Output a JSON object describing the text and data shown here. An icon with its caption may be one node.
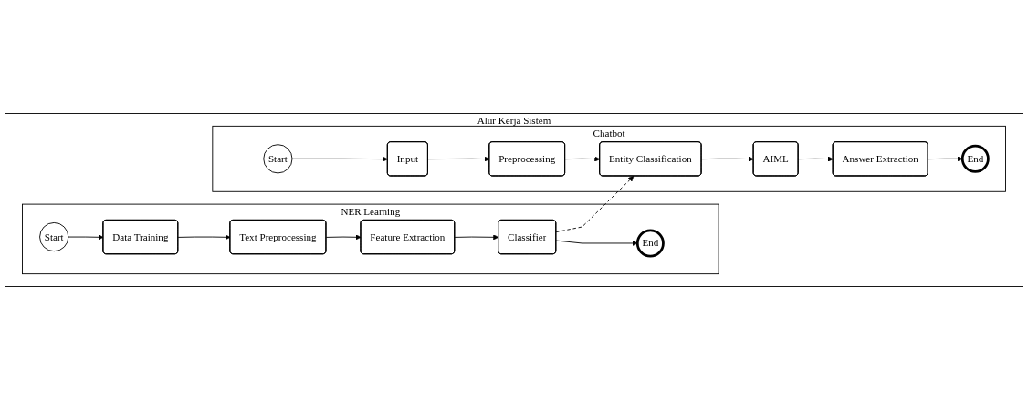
{
  "diagram": {
    "nodes": [
      {
        "text": [
          "Alur Kerja Sistem"
        ]
      },
      {
        "text": [
          "NER Learning"
        ],
        "in": 0
      },
      {
        "text": [
          "Start"
        ],
        "in": 1
      },
      {
        "text": [
          "Data Training"
        ],
        "in": 1
      },
      {
        "text": [
          "Text Preprocessing"
        ],
        "in": 1
      },
      {
        "text": [
          "Feature Extraction"
        ],
        "in": 1
      },
      {
        "text": [
          "Classifier"
        ],
        "in": 1
      },
      {
        "text": [
          "End"
        ],
        "in": 1
      },
      {
        "text": [
          "Chatbot"
        ],
        "in": 0
      },
      {
        "text": [
          "Start"
        ],
        "in": 8
      },
      {
        "text": [
          "Input"
        ],
        "in": 8
      },
      {
        "text": [
          "Preprocessing"
        ],
        "in": 8
      },
      {
        "text": [
          "Entity Classification"
        ],
        "in": 8
      },
      {
        "text": [
          "AIML"
        ],
        "in": 8
      },
      {
        "text": [
          "Answer Extraction"
        ],
        "in": 8
      },
      {
        "text": [
          "End"
        ],
        "in": 8
      }
    ],
    "edges": [
      {
        "from": 2,
        "to": 3,
        "arrow": "to"
      },
      {
        "from": 3,
        "to": 4,
        "arrow": "to"
      },
      {
        "from": 4,
        "to": 5,
        "arrow": "to"
      },
      {
        "from": 5,
        "to": 6,
        "arrow": "to"
      },
      {
        "from": 6,
        "to": 7,
        "arrow": "to"
      },
      {
        "from": 6,
        "to": 12,
        "arrow": "to",
        "style": "dashed"
      },
      {
        "from": 9,
        "to": 10,
        "arrow": "to"
      },
      {
        "from": 10,
        "to": 11,
        "arrow": "to"
      },
      {
        "from": 11,
        "to": 12,
        "arrow": "to"
      },
      {
        "from": 12,
        "to": 13,
        "arrow": "to"
      },
      {
        "from": 13,
        "to": 14,
        "arrow": "to"
      },
      {
        "from": 14,
        "to": 15,
        "arrow": "to"
      }
    ]
  }
}
